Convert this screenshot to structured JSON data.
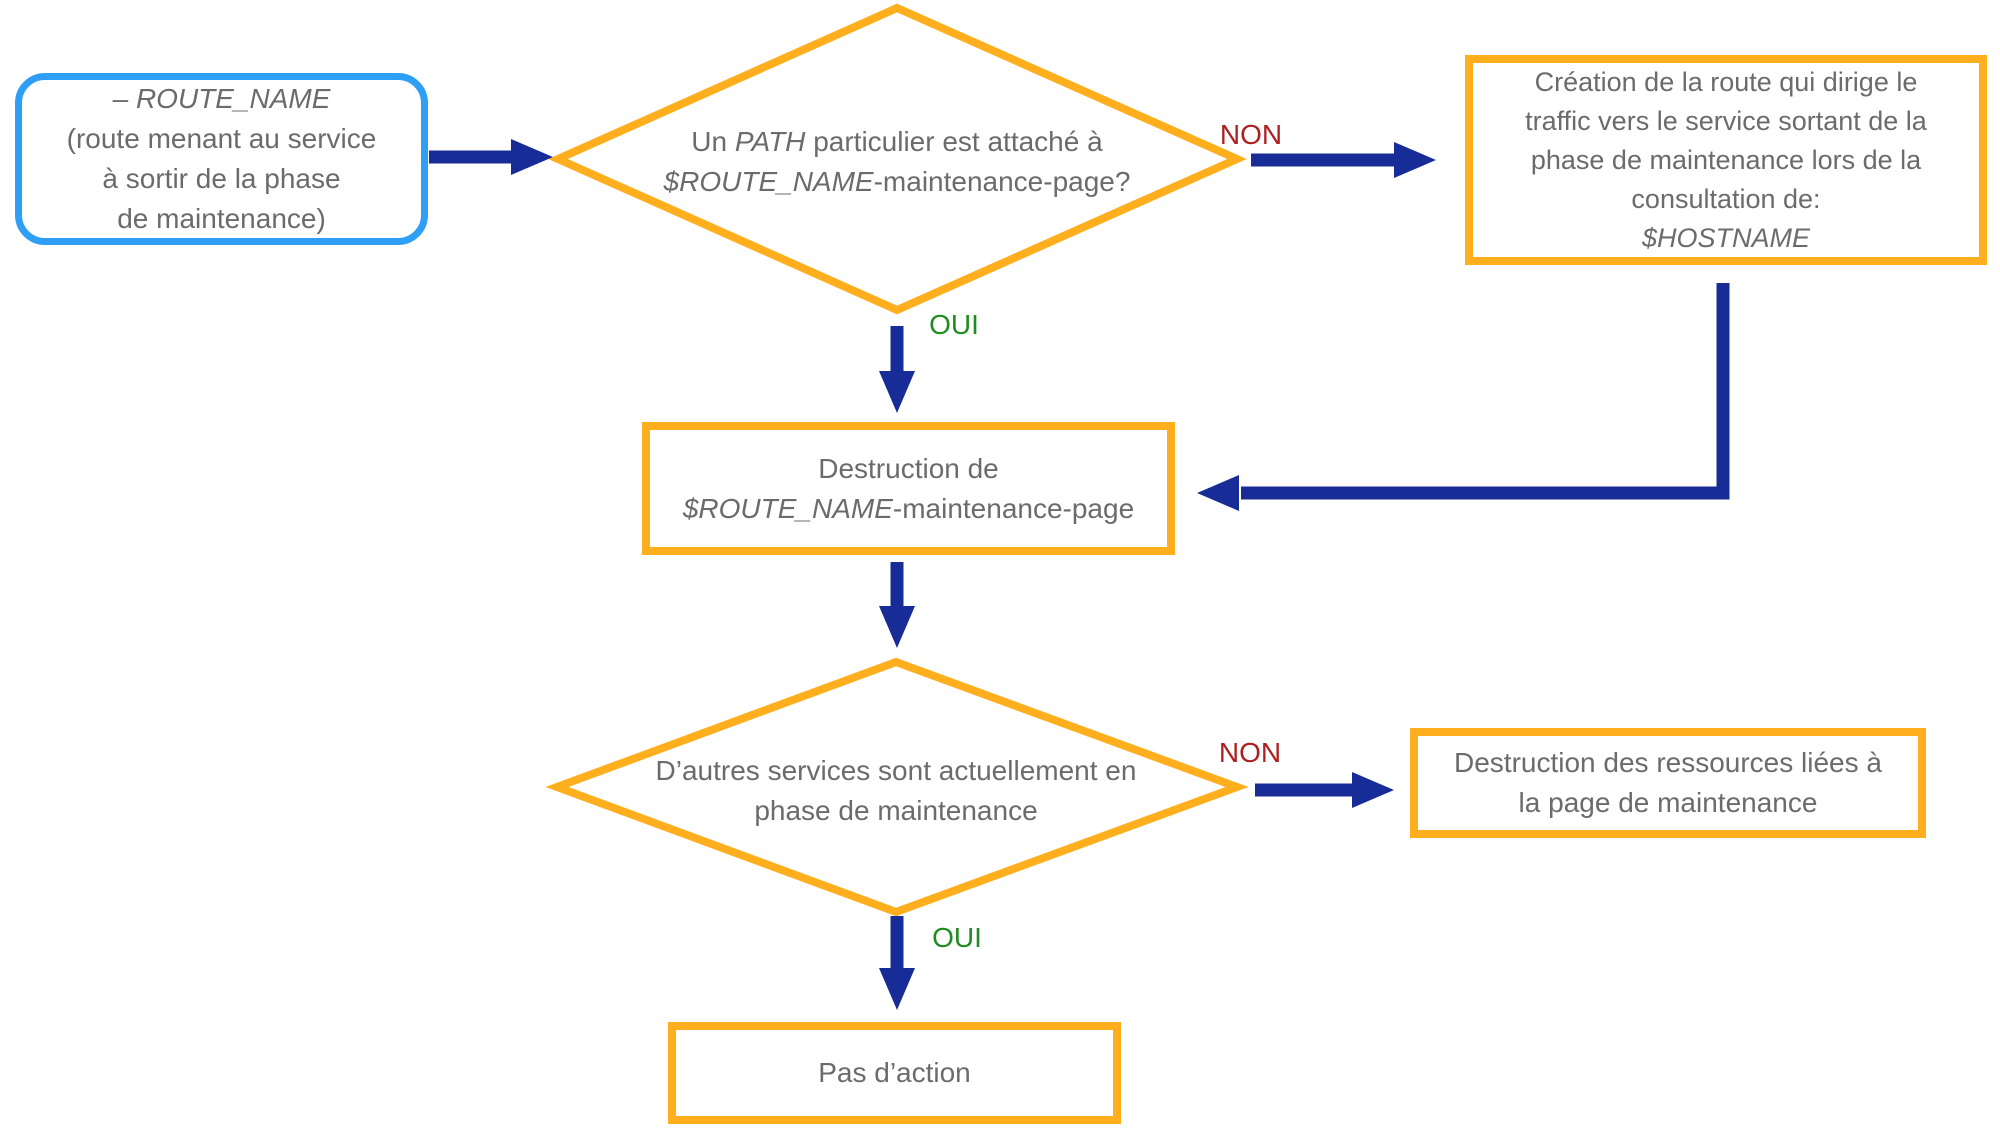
{
  "colors": {
    "node_border_orange": "#FFAF1E",
    "start_border_blue": "#2F9FF6",
    "arrow_navy": "#172C96",
    "label_no_red": "#B01F1F",
    "label_yes_green": "#1F8C1F",
    "text_gray": "#6B6B6B"
  },
  "nodes": {
    "start": {
      "line1_dash": "– ",
      "line1_var": "ROUTE_NAME",
      "line2": "(route menant au service",
      "line3": "à sortir de la phase",
      "line4": "de maintenance)"
    },
    "decision_path": {
      "line1_pre": "Un ",
      "line1_var": "PATH",
      "line1_post": " particulier est attaché à",
      "line2_var": "$ROUTE_NAME",
      "line2_post": "-maintenance-page?"
    },
    "creation_route": {
      "line1": "Création de la route qui dirige le",
      "line2": "traffic vers le service sortant de la",
      "line3": "phase de maintenance lors de la",
      "line4": "consultation de:",
      "line5_var": "$HOSTNAME"
    },
    "destruction_page": {
      "line1": "Destruction de",
      "line2_var": "$ROUTE_NAME",
      "line2_post": "-maintenance-page"
    },
    "decision_services": {
      "line1": "D’autres services sont actuellement en",
      "line2": "phase de maintenance"
    },
    "destruction_ressources": {
      "line1": "Destruction des ressources liées à",
      "line2": "la page de maintenance"
    },
    "no_action": {
      "line1": "Pas d’action"
    }
  },
  "edge_labels": {
    "decision_path_no": "NON",
    "decision_path_yes": "OUI",
    "decision_services_no": "NON",
    "decision_services_yes": "OUI"
  }
}
